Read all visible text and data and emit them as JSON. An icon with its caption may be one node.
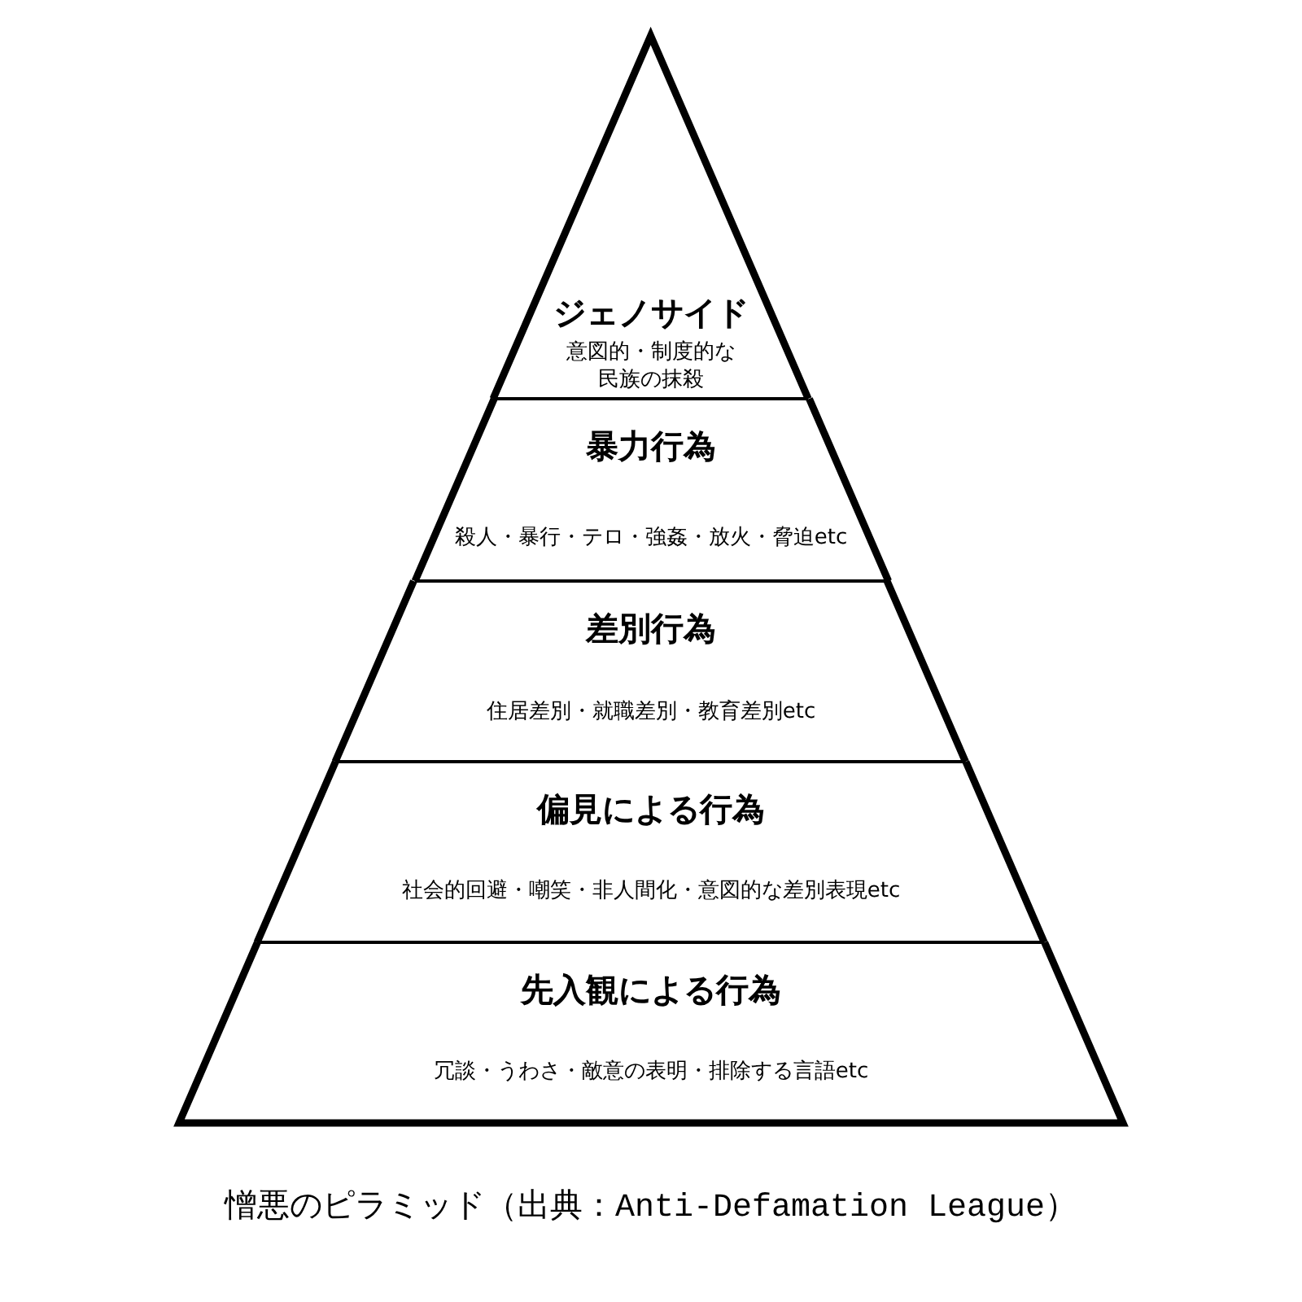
{
  "diagram": {
    "caption": "憎悪のピラミッド（出典：Anti-Defamation League）",
    "nodes": [
      {
        "text": [
          "ジェノサイド",
          "意図的・制度的な民族の抹殺"
        ]
      },
      {
        "text": [
          "暴力行為",
          "殺人・暴行・テロ・強姦・放火・脅迫etc"
        ]
      },
      {
        "text": [
          "差別行為",
          "住居差別・就職差別・教育差別etc"
        ]
      },
      {
        "text": [
          "偏見による行為",
          "社会的回避・嘲笑・非人間化・意図的な差別表現etc"
        ]
      },
      {
        "text": [
          "先入観による行為",
          "冗談・うわさ・敵意の表明・排除する言語etc"
        ]
      }
    ]
  }
}
